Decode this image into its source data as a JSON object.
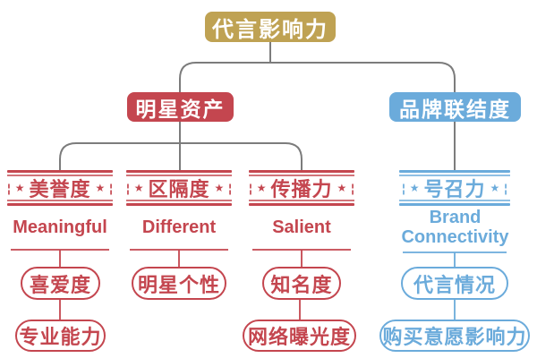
{
  "palette": {
    "gold": "#BFA253",
    "red": "#C4464F",
    "blue": "#6BABDB",
    "gray": "#7C7C7C",
    "background": "#FFFFFF"
  },
  "root": {
    "label": "代言影响力"
  },
  "level2": [
    {
      "label": "明星资产",
      "color": "#C4464F"
    },
    {
      "label": "品牌联结度",
      "color": "#6BABDB"
    }
  ],
  "columns": [
    {
      "header": "美誉度",
      "english": "Meaningful",
      "color": "#C4464F",
      "items": [
        "喜爱度",
        "专业能力"
      ]
    },
    {
      "header": "区隔度",
      "english": "Different",
      "color": "#C4464F",
      "items": [
        "明星个性"
      ]
    },
    {
      "header": "传播力",
      "english": "Salient",
      "color": "#C4464F",
      "items": [
        "知名度",
        "网络曝光度"
      ]
    },
    {
      "header": "号召力",
      "english": "Brand Connectivity",
      "color": "#6BABDB",
      "items": [
        "代言情况",
        "购买意愿影响力"
      ]
    }
  ],
  "decor": {
    "star": "★",
    "side_mark": "¦"
  }
}
